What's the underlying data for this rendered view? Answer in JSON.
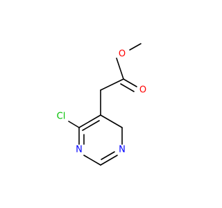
{
  "molecule": {
    "atoms": {
      "o_methoxy": {
        "symbol": "O"
      },
      "o_carbonyl": {
        "symbol": "O"
      },
      "cl": {
        "symbol": "Cl"
      },
      "n1": {
        "symbol": "N"
      },
      "n3": {
        "symbol": "N"
      }
    }
  },
  "colors": {
    "bond": "#000000",
    "oxygen": "#ff0000",
    "nitrogen": "#0000ff",
    "chlorine": "#00c000"
  }
}
